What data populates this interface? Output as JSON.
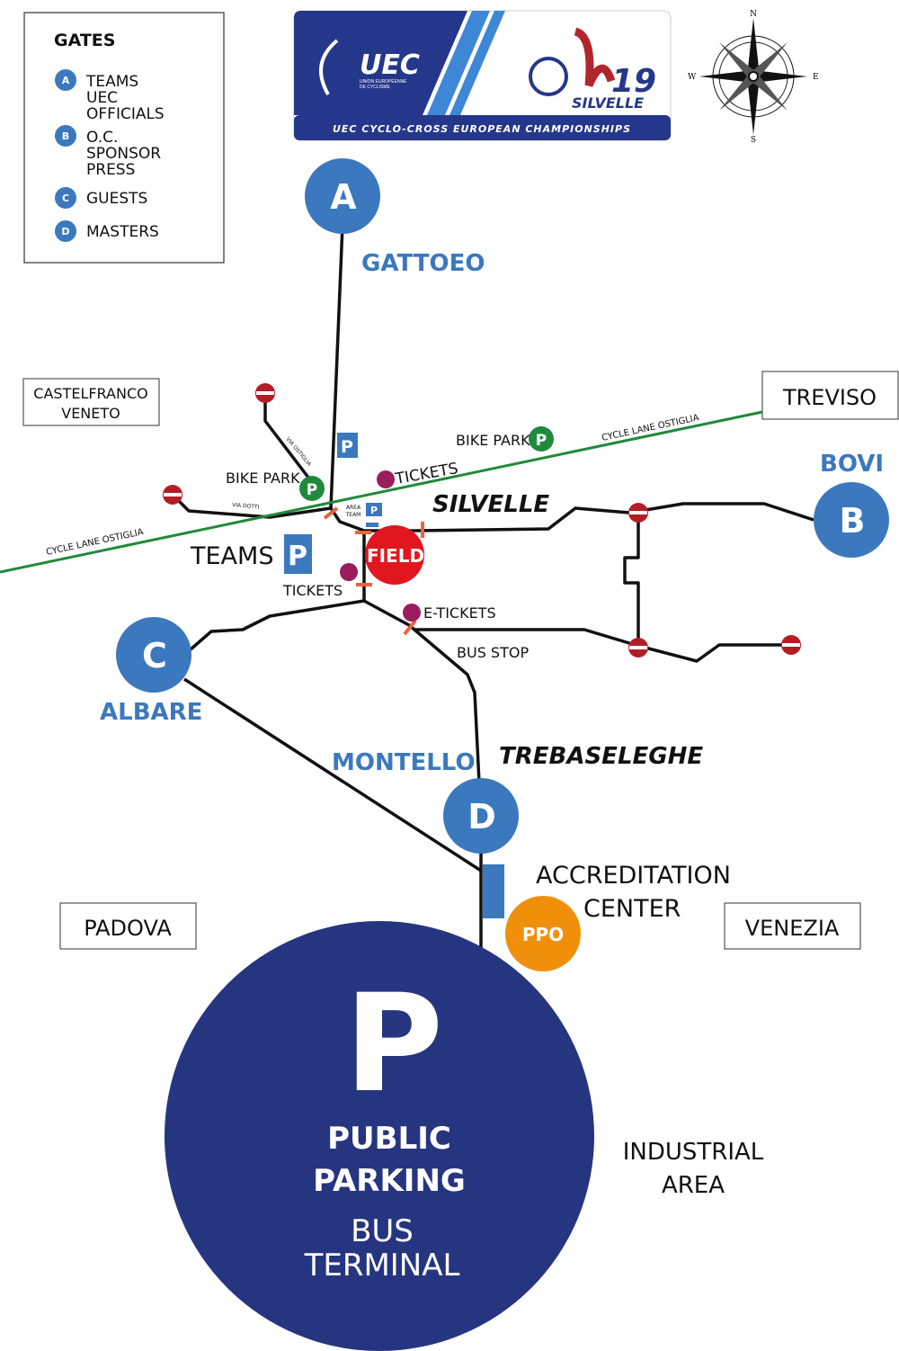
{
  "legend": {
    "title": "GATES",
    "items": [
      {
        "letter": "A",
        "lines": [
          "TEAMS",
          "UEC",
          "OFFICIALS"
        ]
      },
      {
        "letter": "B",
        "lines": [
          "O.C.",
          "SPONSOR",
          "PRESS"
        ]
      },
      {
        "letter": "C",
        "lines": [
          "GUESTS"
        ]
      },
      {
        "letter": "D",
        "lines": [
          "MASTERS"
        ]
      }
    ]
  },
  "logo": {
    "org": "UEC",
    "org_sub1": "UNION EUROPÉENNE",
    "org_sub2": "DE CYCLISME",
    "year": "19",
    "town": "SILVELLE",
    "banner": "UEC CYCLO-CROSS EUROPEAN CHAMPIONSHIPS"
  },
  "compass": {
    "n": "N",
    "s": "S",
    "e": "E",
    "w": "W"
  },
  "gates": {
    "a": "A",
    "b": "B",
    "c": "C",
    "d": "D"
  },
  "places": {
    "gattoeo": "GATTOEO",
    "bovi": "BOVI",
    "albare": "ALBARE",
    "montello": "MONTELLO",
    "silvelle": "SILVELLE",
    "trebaseleghe": "TREBASELEGHE"
  },
  "cities": {
    "castelfranco_1": "CASTELFRANCO",
    "castelfranco_2": "VENETO",
    "treviso": "TREVISO",
    "padova": "PADOVA",
    "venezia": "VENEZIA"
  },
  "labels": {
    "bike_park_1": "BIKE PARK",
    "bike_park_2": "BIKE PARK",
    "tickets_1": "TICKETS",
    "tickets_2": "TICKETS",
    "e_tickets": "E-TICKETS",
    "bus_stop": "BUS STOP",
    "teams": "TEAMS",
    "field": "FIELD",
    "area": "AREA",
    "team": "TEAM",
    "via_ostiglia": "VIA OSTIGLIA",
    "via_dotti": "VIA DOTTI",
    "cycle_lane_1": "CYCLE LANE OSTIGLIA",
    "cycle_lane_2": "CYCLE LANE OSTIGLIA",
    "accreditation_1": "ACCREDITATION",
    "accreditation_2": "CENTER",
    "ppo": "PPO",
    "p": "P",
    "public_1": "PUBLIC",
    "public_2": "PARKING",
    "bus_1": "BUS",
    "bus_2": "TERMINAL",
    "industrial_1": "INDUSTRIAL",
    "industrial_2": "AREA"
  },
  "colors": {
    "gate": "#3b78be",
    "navy": "#26357f",
    "green": "#1f8a3b",
    "field": "#e1161e",
    "ppo": "#f0900a",
    "ticket": "#9a1d5c",
    "no_entry": "#b41d25"
  }
}
